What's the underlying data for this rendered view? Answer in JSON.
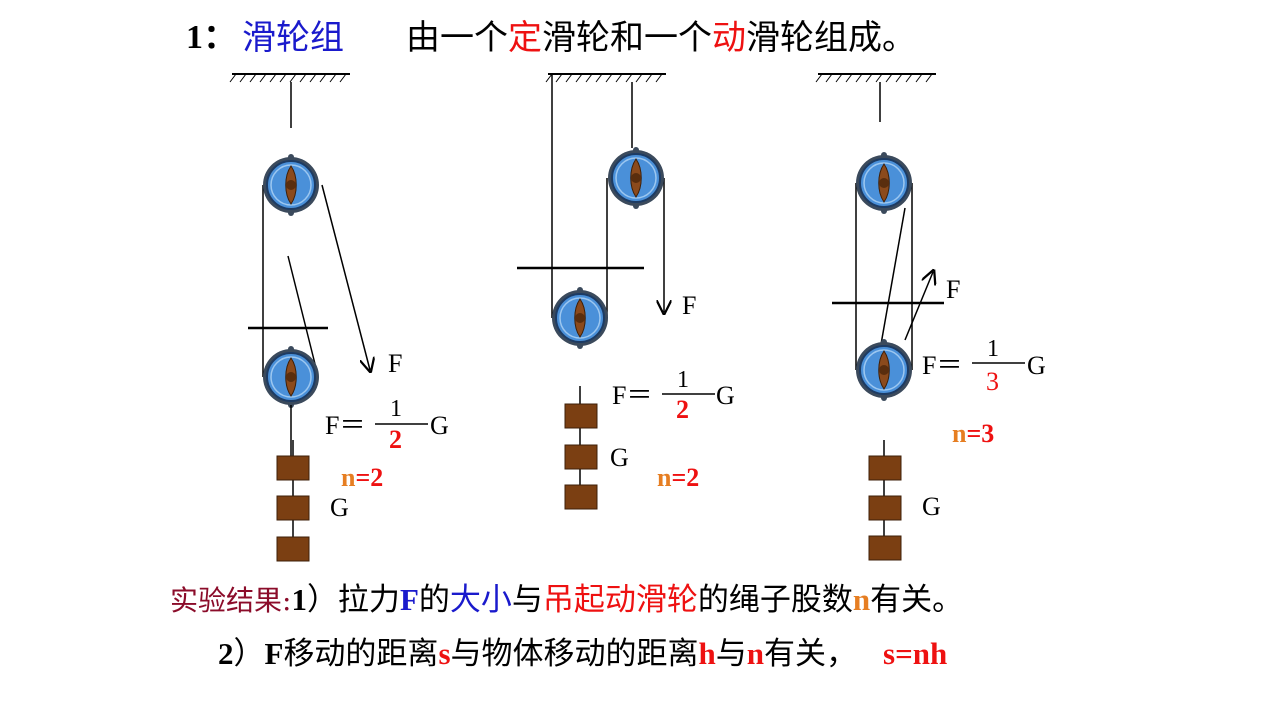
{
  "title": {
    "number": "1：",
    "topic": "滑轮组",
    "desc_pre": "由一个",
    "desc_fixed": "定",
    "desc_mid": "滑轮和一个",
    "desc_moving": "动",
    "desc_post": "滑轮组成。"
  },
  "figures": [
    {
      "force": "F",
      "eq_lhs": "F＝",
      "eq_num": "1",
      "eq_den": "2",
      "eq_rhs": "G",
      "n_var": "n",
      "n_eq": "=2",
      "weight": "G"
    },
    {
      "force": "F",
      "eq_lhs": "F＝",
      "eq_num": "1",
      "eq_den": "2",
      "eq_rhs": "G",
      "n_var": "n",
      "n_eq": "=2",
      "weight": "G"
    },
    {
      "force": "F",
      "eq_lhs": "F＝",
      "eq_num": "1",
      "eq_den": "3",
      "eq_rhs": "G",
      "n_var": "n",
      "n_eq": "=3",
      "weight": "G"
    }
  ],
  "result1": {
    "label": "实验结果:",
    "num": "1",
    "p1": "）拉力",
    "F": "F",
    "p2": "的",
    "size": "大小",
    "p3": "与",
    "lift": "吊起",
    "moving": "动滑轮",
    "p4": "的绳子股数",
    "n": "n",
    "p5": "有关。"
  },
  "result2": {
    "num": "2",
    "p1": "）",
    "F": "F",
    "p2": "移动的距离",
    "s": "s",
    "p3": "与物体移动的距离",
    "h": "h",
    "p4": "与",
    "n": "n",
    "p5": "有关，",
    "formula": "s=nh"
  },
  "colors": {
    "topic": "#1a1acc",
    "red": "#ee1111",
    "orange": "#e67e22",
    "maroon": "#8b0c2a",
    "pulley": "#4a90d9",
    "weight": "#7b3f12"
  }
}
